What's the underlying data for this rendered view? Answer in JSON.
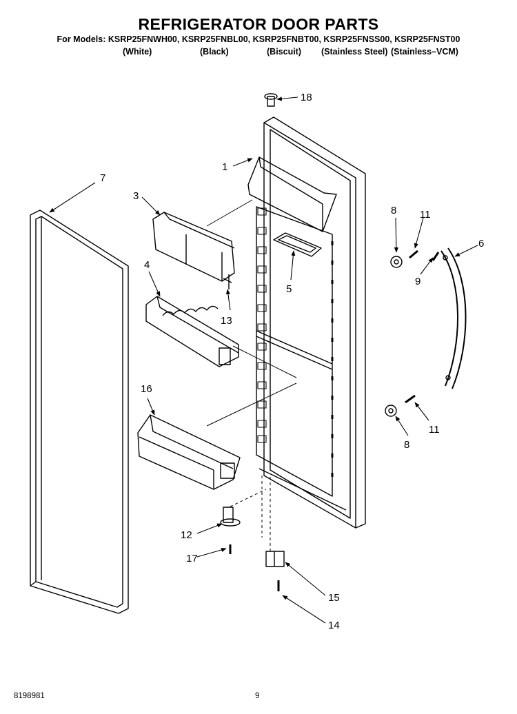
{
  "header": {
    "title": "REFRIGERATOR DOOR PARTS",
    "models_line": "For Models: KSRP25FNWH00, KSRP25FNBL00, KSRP25FNBT00, KSRP25FNSS00, KSRP25FNST00",
    "variants": [
      "(White)",
      "(Black)",
      "(Biscuit)",
      "(Stainless Steel)",
      "(Stainless–VCM)"
    ]
  },
  "callouts": {
    "c1": "1",
    "c3": "3",
    "c4": "4",
    "c5": "5",
    "c6": "6",
    "c7": "7",
    "c8a": "8",
    "c8b": "8",
    "c9": "9",
    "c11a": "11",
    "c11b": "11",
    "c12": "12",
    "c13": "13",
    "c14": "14",
    "c15": "15",
    "c16": "16",
    "c17": "17",
    "c18": "18"
  },
  "footer": {
    "doc_number": "8198981",
    "page_number": "9"
  }
}
